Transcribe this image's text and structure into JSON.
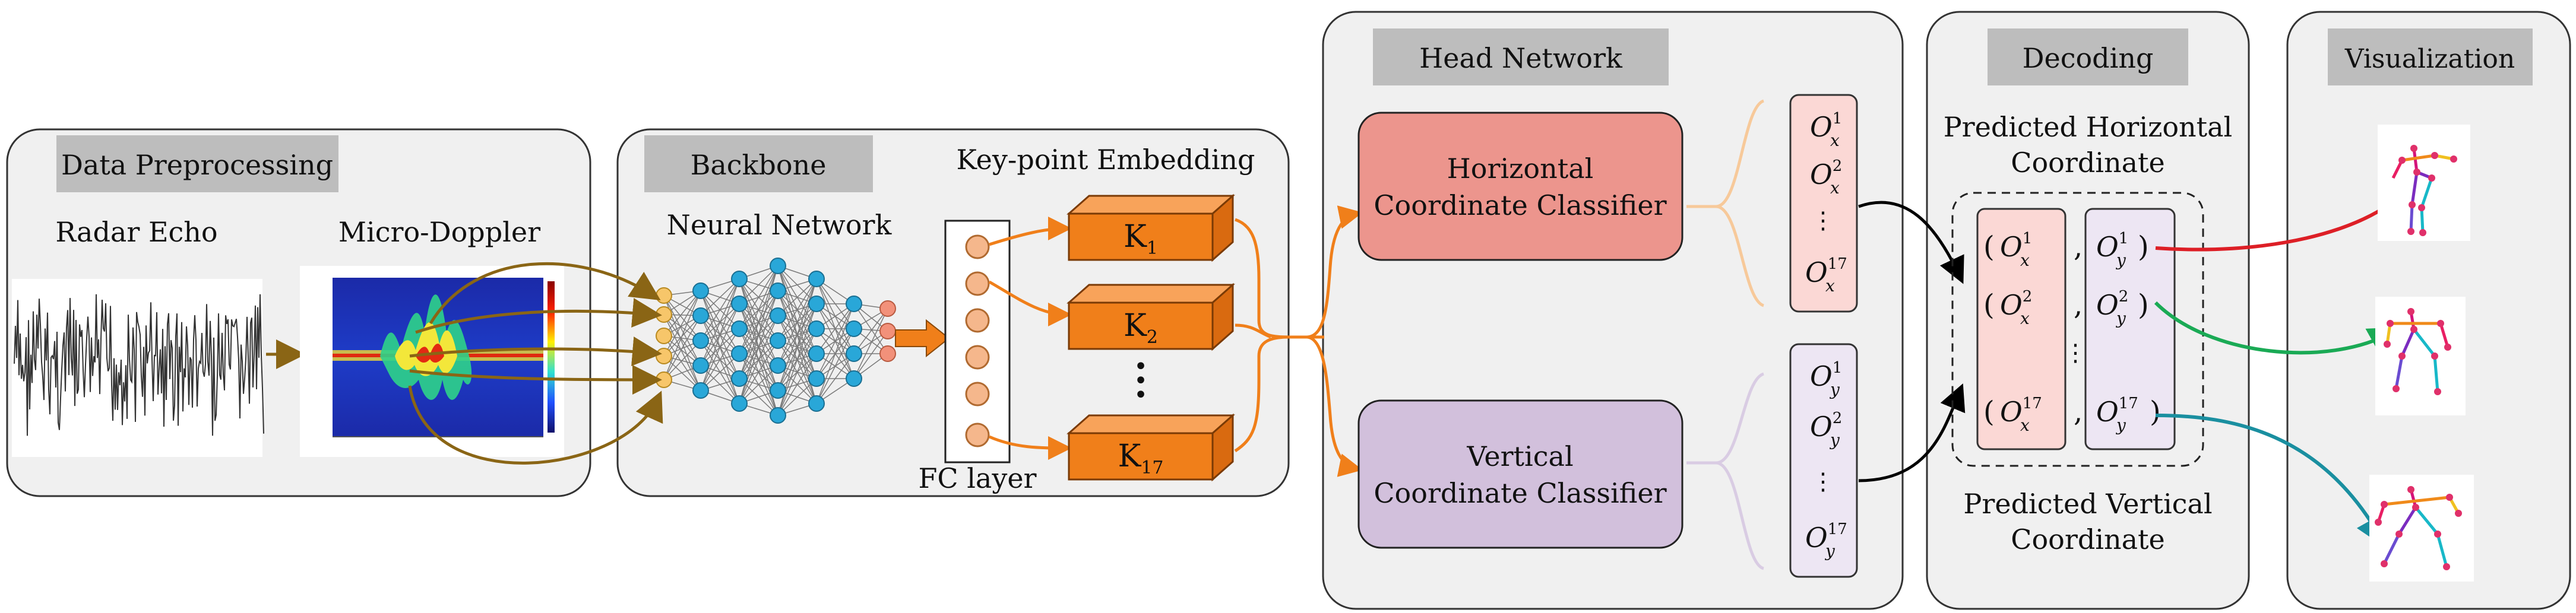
{
  "sections": {
    "preprocessing": "Data Preprocessing",
    "backbone": "Backbone",
    "head": "Head Network",
    "decoding": "Decoding",
    "visualization": "Visualization"
  },
  "labels": {
    "radar_echo": "Radar Echo",
    "micro_doppler": "Micro-Doppler",
    "neural_network": "Neural Network",
    "fc_layer": "FC layer",
    "keypoint_embedding": "Key-point Embedding",
    "horizontal_classifier_1": "Horizontal",
    "horizontal_classifier_2": "Coordinate Classifier",
    "vertical_classifier_1": "Vertical",
    "vertical_classifier_2": "Coordinate Classifier",
    "pred_horizontal_1": "Predicted Horizontal",
    "pred_horizontal_2": "Coordinate",
    "pred_vertical_1": "Predicted Vertical",
    "pred_vertical_2": "Coordinate"
  },
  "keypoints": [
    {
      "main": "K",
      "sub": "1"
    },
    {
      "main": "K",
      "sub": "2"
    },
    {
      "main": "K",
      "sub": "17"
    }
  ],
  "outputs_x": [
    {
      "main": "O",
      "sub": "x",
      "sup": "1"
    },
    {
      "main": "O",
      "sub": "x",
      "sup": "2"
    },
    {
      "main": "O",
      "sub": "x",
      "sup": "17"
    }
  ],
  "outputs_y": [
    {
      "main": "O",
      "sub": "y",
      "sup": "1"
    },
    {
      "main": "O",
      "sub": "y",
      "sup": "2"
    },
    {
      "main": "O",
      "sub": "y",
      "sup": "17"
    }
  ],
  "dots": {
    "vertical": "⋮",
    "bullets": "•"
  },
  "pairs": [
    {
      "open": "(",
      "comma": ",",
      "close": ")"
    },
    {
      "open": "(",
      "comma": ",",
      "close": ")"
    },
    {
      "open": "(",
      "comma": ",",
      "close": ")"
    }
  ],
  "colors": {
    "panel_fill": "#f0f0f0",
    "tag_fill": "#bdbdbd",
    "orange": "#f07f1a",
    "horizontal_fill": "#ec958d",
    "vertical_fill": "#d2c0dc",
    "pink_fill": "#fbd8d5",
    "lavender_fill": "#ede6f3",
    "brown_arrow": "#8a6515",
    "red_arrow": "#dd1f26",
    "green_arrow": "#1aaa55",
    "teal_arrow": "#1a8fa0"
  }
}
